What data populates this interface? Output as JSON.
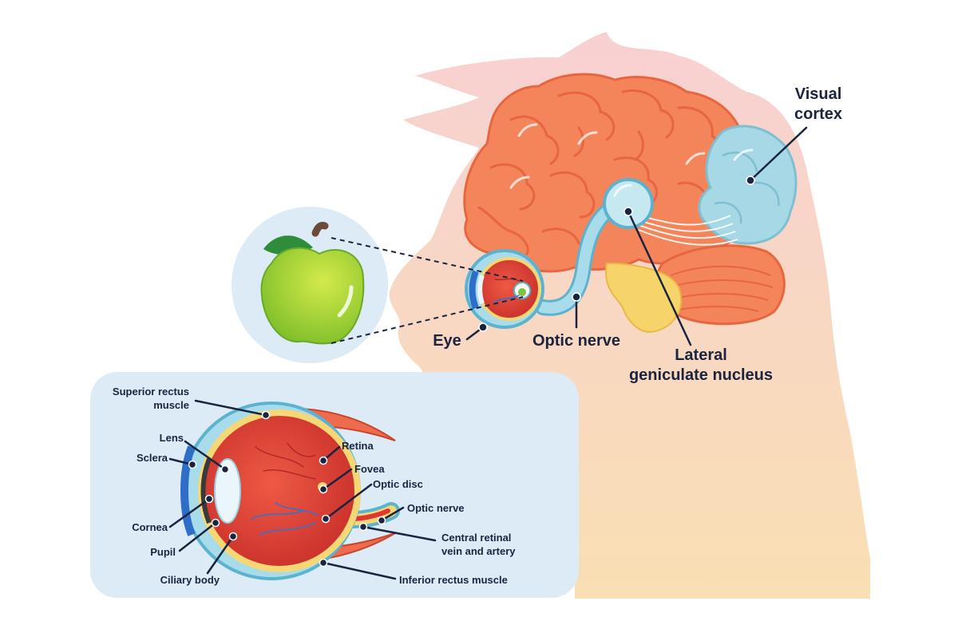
{
  "labels": {
    "visual_cortex": [
      "Visual",
      "cortex"
    ],
    "eye": "Eye",
    "optic_nerve": "Optic nerve",
    "lgn": [
      "Lateral",
      "geniculate nucleus"
    ],
    "superior_rectus": [
      "Superior rectus",
      "muscle"
    ],
    "lens": "Lens",
    "sclera": "Sclera",
    "cornea": "Cornea",
    "pupil": "Pupil",
    "ciliary_body": "Ciliary body",
    "retina": "Retina",
    "fovea": "Fovea",
    "optic_disc": "Optic disc",
    "inset_optic_nerve": "Optic nerve",
    "central_retinal": [
      "Central retinal",
      "vein and artery"
    ],
    "inferior_rectus": "Inferior rectus muscle"
  },
  "colors": {
    "head_top": "#f8d3d3",
    "head_bottom": "#f9dfb4",
    "inset_bg": "#dcebf5",
    "bubble_bg": "#dcebf5",
    "brain": "#f4845a",
    "visual_cortex": "#9fd4e2",
    "cerebellum": "#e8744f",
    "brainstem": "#f7d46a",
    "apple": "#9bd030",
    "leaf": "#2f8c3a",
    "eyeball": "#e2352f",
    "nerve": "#8ccde0",
    "label": "#1a2340"
  },
  "icons": {
    "apple": "apple-icon"
  }
}
